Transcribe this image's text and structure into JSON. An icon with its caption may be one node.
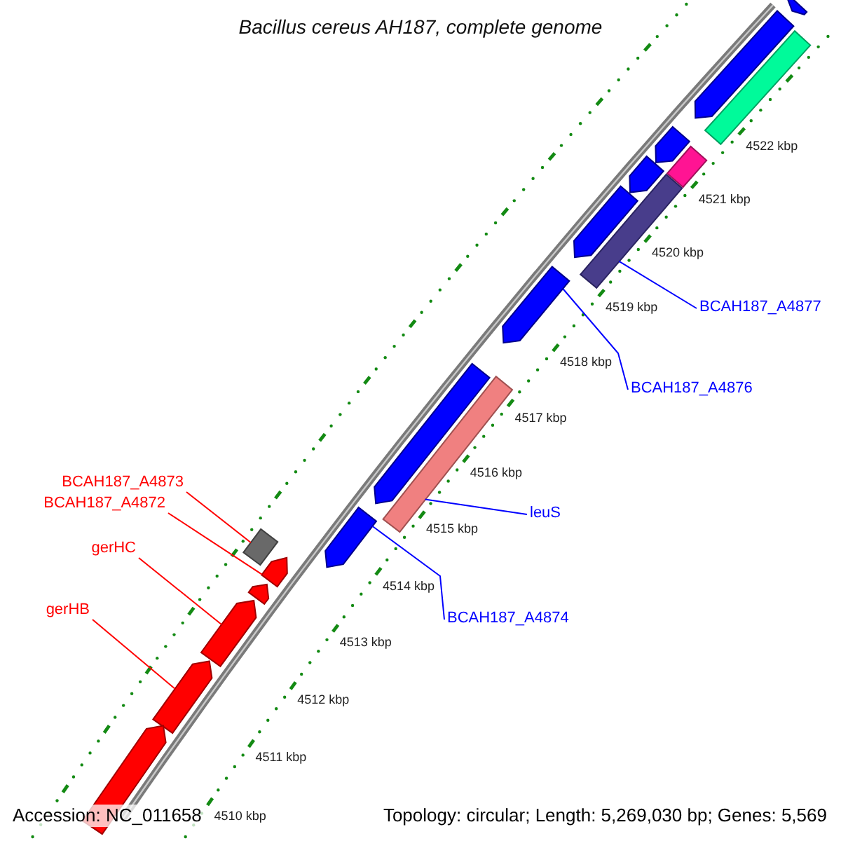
{
  "diagram": {
    "title": "Bacillus cereus AH187, complete genome",
    "nodes": [
      {
        "text": [
          "BCAH187_A4873"
        ]
      },
      {
        "text": [
          "BCAH187_A4872"
        ]
      },
      {
        "text": [
          "gerHC"
        ]
      },
      {
        "text": [
          "gerHB"
        ]
      },
      {
        "text": [
          "BCAH187_A4877"
        ]
      },
      {
        "text": [
          "BCAH187_A4876"
        ]
      },
      {
        "text": [
          "leuS"
        ]
      },
      {
        "text": [
          "BCAH187_A4874"
        ]
      },
      {
        "text": [],
        "shape": "pentagon"
      },
      {
        "text": [],
        "shape": "bar"
      },
      {
        "text": [],
        "shape": "pentagon"
      },
      {
        "text": [],
        "shape": "pentagon"
      },
      {
        "text": [],
        "shape": "bar"
      },
      {
        "text": [],
        "shape": "pentagon"
      },
      {
        "text": [],
        "shape": "bar"
      },
      {
        "text": [],
        "shape": "pentagon"
      },
      {
        "text": [],
        "shape": "pentagon"
      },
      {
        "text": [],
        "shape": "pentagon"
      },
      {
        "text": [],
        "shape": "bar"
      },
      {
        "text": [],
        "shape": "pentagon"
      },
      {
        "text": [],
        "shape": "bar"
      },
      {
        "text": [],
        "shape": "pentagon"
      },
      {
        "text": [],
        "shape": "pentagon"
      },
      {
        "text": [],
        "shape": "pentagon"
      },
      {
        "text": [],
        "shape": "pentagon"
      },
      {
        "text": [],
        "shape": "pentagon"
      }
    ],
    "edges": [
      {
        "from": 0,
        "to": 20,
        "arrow": "none",
        "color": "#ff0000"
      },
      {
        "from": 1,
        "to": 21,
        "arrow": "none",
        "color": "#ff0000"
      },
      {
        "from": 2,
        "to": 23,
        "arrow": "none",
        "color": "#ff0000"
      },
      {
        "from": 3,
        "to": 24,
        "arrow": "none",
        "color": "#ff0000"
      },
      {
        "from": 4,
        "to": 14,
        "arrow": "none",
        "color": "#0000ff"
      },
      {
        "from": 5,
        "to": 16,
        "arrow": "none",
        "color": "#0000ff"
      },
      {
        "from": 6,
        "to": 18,
        "arrow": "none",
        "color": "#0000ff"
      },
      {
        "from": 7,
        "to": 19,
        "arrow": "none",
        "color": "#0000ff"
      }
    ],
    "labels": [
      "4522 kbp",
      "4521 kbp",
      "4520 kbp",
      "4519 kbp",
      "4518 kbp",
      "4517 kbp",
      "4516 kbp",
      "4515 kbp",
      "4514 kbp",
      "4513 kbp",
      "4512 kbp",
      "4511 kbp",
      "4510 kbp",
      "Accession: NC_011658",
      "Topology: circular; Length: 5,269,030 bp; Genes: 5,569"
    ]
  }
}
